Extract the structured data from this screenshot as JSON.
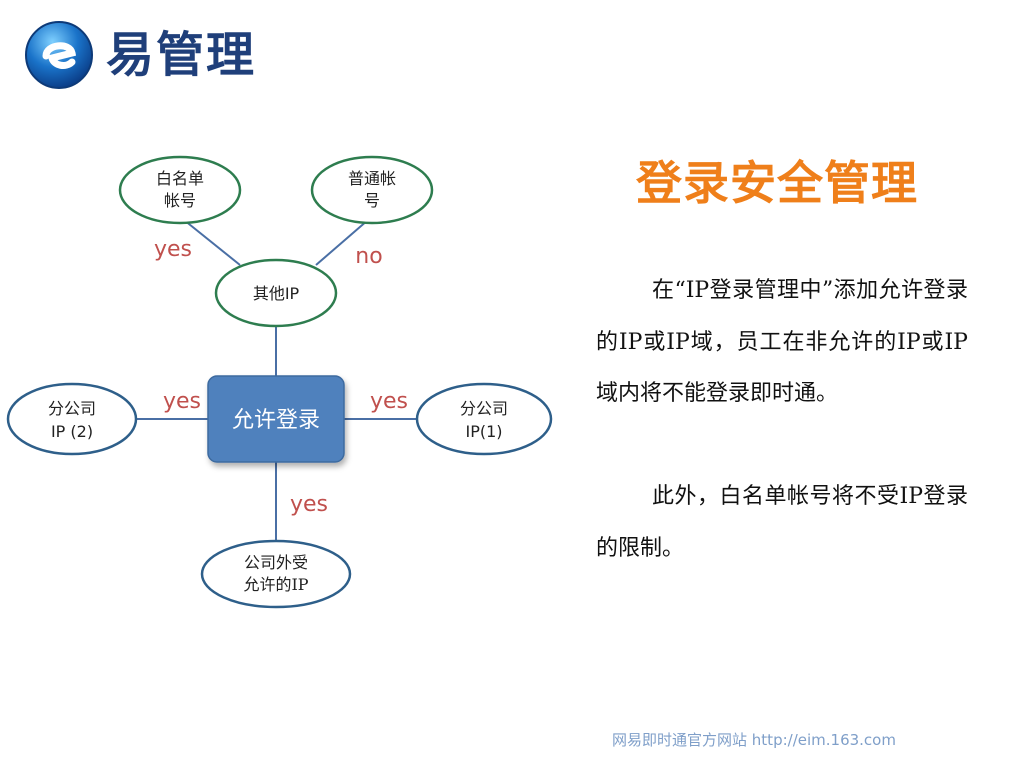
{
  "header": {
    "logo_icon": "e-letter-logo-icon",
    "brand": "易管理"
  },
  "diagram": {
    "center": {
      "label": "允许登录"
    },
    "nodes": {
      "whitelist": {
        "line1": "白名单",
        "line2": "帐号"
      },
      "normal": {
        "line1": "普通帐",
        "line2": "号"
      },
      "other_ip": {
        "line1": "其他IP"
      },
      "branch2": {
        "line1": "分公司",
        "line2": "IP (2)"
      },
      "branch1": {
        "line1": "分公司",
        "line2": "IP(1)"
      },
      "outside": {
        "line1": "公司外受",
        "line2": "允许的IP"
      }
    },
    "edges": {
      "whitelist": "yes",
      "normal": "no",
      "left": "yes",
      "right": "yes",
      "bottom": "yes"
    },
    "colors": {
      "node_border": "#2e7d4f",
      "edge": "#4a6fa5",
      "edge_label": "#c0504d",
      "center_fill": "#4f81bd"
    }
  },
  "content": {
    "title": "登录安全管理",
    "paragraph1": "在“IP登录管理中”添加允许登录的IP或IP域，员工在非允许的IP或IP域内将不能登录即时通。",
    "paragraph2": "此外，白名单帐号将不受IP登录的限制。"
  },
  "footer": {
    "text_cn": "网易即时通官方网站",
    "url": "http://eim.163.com"
  },
  "colors": {
    "brand": "#1f3f7a",
    "title": "#ef7f1a",
    "footer": "#7f9fc9"
  }
}
